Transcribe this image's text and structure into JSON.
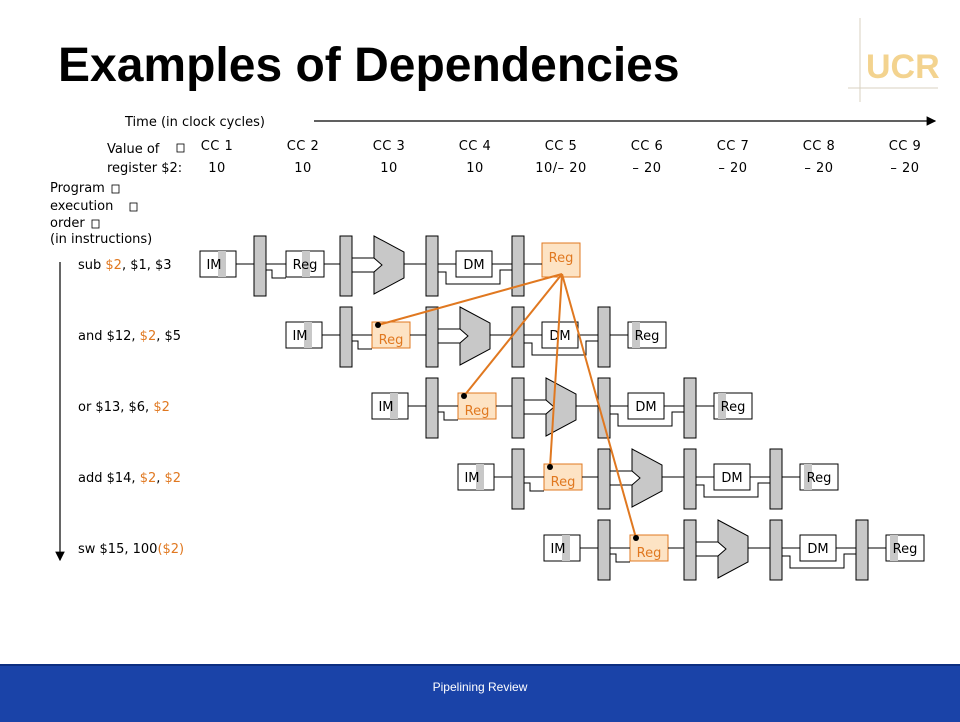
{
  "slide": {
    "title": "Examples of Dependencies",
    "footer": "Pipelining Review",
    "logo_text": "UCR"
  },
  "diagram": {
    "time_label": "Time (in clock cycles)",
    "value_label_line1": "Value of",
    "value_label_line2": "register $2:",
    "cycles": [
      "CC 1",
      "CC 2",
      "CC 3",
      "CC 4",
      "CC 5",
      "CC 6",
      "CC 7",
      "CC 8",
      "CC 9"
    ],
    "reg2_values": [
      "10",
      "10",
      "10",
      "10",
      "10/– 20",
      "– 20",
      "– 20",
      "– 20",
      "– 20"
    ],
    "order_label": [
      "Program",
      "execution",
      "order",
      "(in instructions)"
    ],
    "instructions": [
      {
        "parts": [
          {
            "t": "sub ",
            "h": false
          },
          {
            "t": "$2",
            "h": true
          },
          {
            "t": ", $1, $3",
            "h": false
          }
        ]
      },
      {
        "parts": [
          {
            "t": "and $12, ",
            "h": false
          },
          {
            "t": "$2",
            "h": true
          },
          {
            "t": ", $5",
            "h": false
          }
        ]
      },
      {
        "parts": [
          {
            "t": "or $13, $6, ",
            "h": false
          },
          {
            "t": "$2",
            "h": true
          }
        ]
      },
      {
        "parts": [
          {
            "t": "add $14, ",
            "h": false
          },
          {
            "t": "$2",
            "h": true
          },
          {
            "t": ", ",
            "h": false
          },
          {
            "t": "$2",
            "h": true
          }
        ]
      },
      {
        "parts": [
          {
            "t": "sw $15, 100",
            "h": false
          },
          {
            "t": "($2)",
            "h": true
          }
        ]
      }
    ],
    "stage_labels": {
      "im": "IM",
      "reg": "Reg",
      "dm": "DM"
    },
    "colors": {
      "highlight": "#e07820",
      "highlight_fill": "#fde3c4",
      "unit_gray": "#c8c8c8",
      "line": "#000000",
      "footer": "#1a43a8"
    }
  }
}
